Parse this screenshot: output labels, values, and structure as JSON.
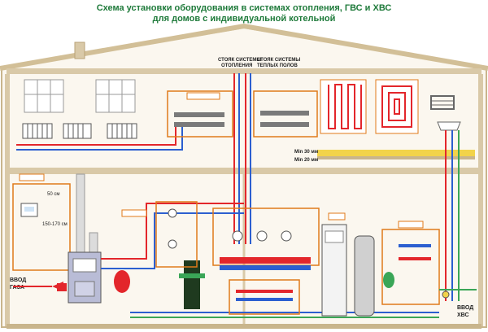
{
  "title": {
    "line1": "Схема установки оборудования в системах отопления, ГВС и ХВС",
    "line2": "для домов с индивидуальной котельной"
  },
  "risers": {
    "heating": [
      "СТОЯК СИСТЕМЫ",
      "ОТОПЛЕНИЯ"
    ],
    "floor": [
      "СТОЯК СИСТЕМЫ",
      "ТЕПЛЫХ ПОЛОВ"
    ]
  },
  "floor_heating": {
    "min30": "Min 30 мм",
    "min20": "Min 20 мм"
  },
  "left_room": {
    "dim_small": "50 см",
    "dim_range": "150-170 см"
  },
  "inlets": {
    "gas": [
      "ВВОД",
      "ГАЗА"
    ],
    "water": [
      "ВВОД",
      "ХВС"
    ]
  },
  "colors": {
    "title": "#1e7a3a",
    "house": "#d9c9a8",
    "hot": "#e3262b",
    "cold": "#2c5fd0",
    "drain": "#3aa657",
    "label_frame": "#e07a1a"
  }
}
